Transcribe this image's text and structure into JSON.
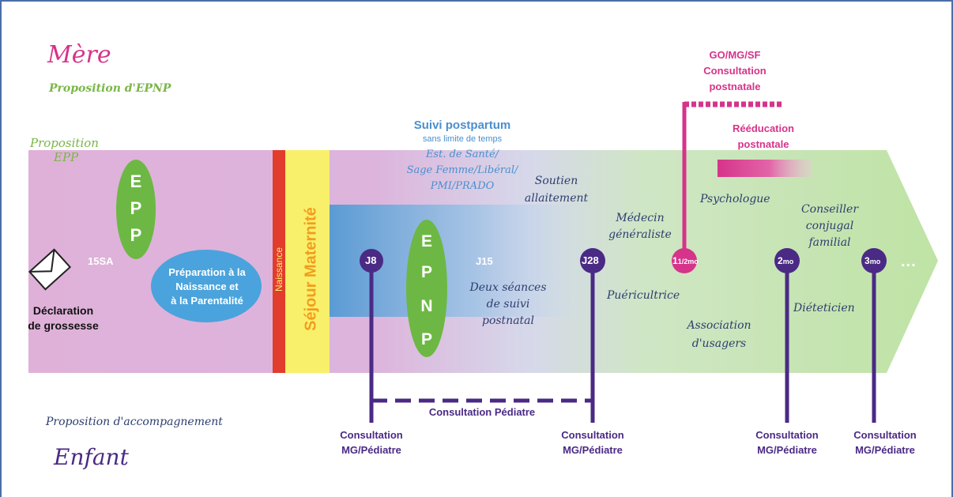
{
  "header": {
    "mother_title": "Mère",
    "epnp_proposal": "Proposition d'EPNP",
    "epp_proposal_line1": "Proposition",
    "epp_proposal_line2": "EPP"
  },
  "footer": {
    "support_proposal": "Proposition d'accompagnement",
    "child_title": "Enfant"
  },
  "pregnancy": {
    "declaration_line1": "Déclaration",
    "declaration_line2": "de grossesse",
    "week_marker": "15SA",
    "epp_letters": [
      "E",
      "P",
      "P"
    ],
    "prep_line1": "Préparation à la",
    "prep_line2": "Naissance et",
    "prep_line3": "à la Parentalité"
  },
  "birth": {
    "naissance": "Naissance",
    "sejour": "Séjour Maternité"
  },
  "postpartum": {
    "suivi_title": "Suivi postpartum",
    "suivi_sub": "sans limite de temps",
    "est_line1": "Est. de Santé/",
    "est_line2": "Sage Femme/Libéral/",
    "est_line3": "PMI/PRADO",
    "soutien_line1": "Soutien",
    "soutien_line2": "allaitement",
    "epnp_letters": [
      "E",
      "P",
      "N",
      "P"
    ],
    "j15": "J15",
    "seances_line1": "Deux séances",
    "seances_line2": "de suivi",
    "seances_line3": "postnatal",
    "medecin_line1": "Médecin",
    "medecin_line2": "généraliste",
    "puericultrice": "Puéricultrice",
    "psychologue": "Psychologue",
    "conseiller_line1": "Conseiller",
    "conseiller_line2": "conjugal",
    "conseiller_line3": "familial",
    "association_line1": "Association",
    "association_line2": "d'usagers",
    "dieteticien": "Diéteticien",
    "ellipsis": "..."
  },
  "mother_followup": {
    "consult_line1": "GO/MG/SF",
    "consult_line2": "Consultation",
    "consult_line3": "postnatale",
    "reeducation_line1": "Rééducation",
    "reeducation_line2": "postnatale"
  },
  "markers": {
    "j8": "J8",
    "j28": "J28",
    "m1_main": "1",
    "m1_sub": "1/2mo",
    "m2_main": "2",
    "m2_sub": "mo",
    "m3_main": "3",
    "m3_sub": "mo"
  },
  "child_followup": {
    "pediatre_link": "Consultation Pédiatre",
    "consult_label_line1": "Consultation",
    "consult_label_line2": "MG/Pédiatre"
  },
  "colors": {
    "mother_pink": "#d6338a",
    "child_purple": "#4a2a85",
    "epp_green": "#6db844",
    "label_green": "#7ab648",
    "naissance_red": "#e23c2c",
    "sejour_yellow": "#f8f06a",
    "sejour_text": "#f29c1f",
    "suivi_blue": "#4a8fcf",
    "pregnancy_pink": "#dbafd6"
  }
}
